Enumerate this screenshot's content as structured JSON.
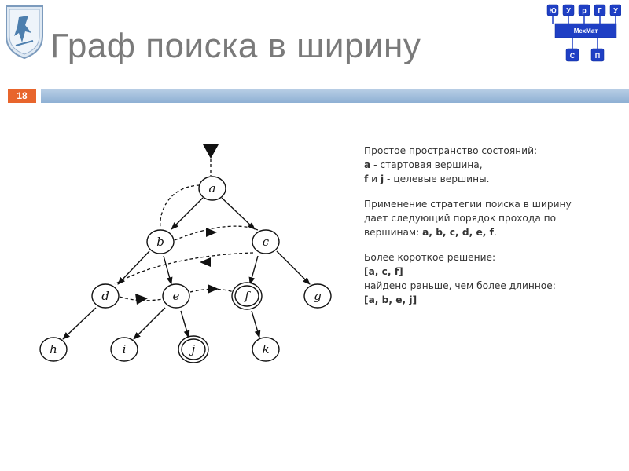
{
  "slide": {
    "title": "Граф поиска в ширину",
    "number": "18"
  },
  "logo_right": {
    "letters": [
      "Ю",
      "У",
      "р",
      "Г",
      "У"
    ],
    "faculty": "МехМат",
    "bottom": [
      "С",
      "П"
    ]
  },
  "graph": {
    "nodes": [
      "a",
      "b",
      "c",
      "d",
      "e",
      "f",
      "g",
      "h",
      "i",
      "j",
      "k"
    ],
    "goal_nodes": [
      "f",
      "j"
    ],
    "start_node": "a",
    "edges": [
      [
        "a",
        "b"
      ],
      [
        "a",
        "c"
      ],
      [
        "b",
        "d"
      ],
      [
        "b",
        "e"
      ],
      [
        "c",
        "f"
      ],
      [
        "c",
        "g"
      ],
      [
        "d",
        "h"
      ],
      [
        "e",
        "i"
      ],
      [
        "e",
        "j"
      ],
      [
        "f",
        "k"
      ]
    ],
    "search_order": [
      "a",
      "b",
      "c",
      "d",
      "e",
      "f"
    ]
  },
  "text": {
    "p1_line1": "Простое пространство состояний:",
    "p1_a_bold": "a",
    "p1_a_rest": " - стартовая вершина,",
    "p1_f_bold": "f",
    "p1_f_mid": " и ",
    "p1_j_bold": "j",
    "p1_j_rest": " - целевые вершины.",
    "p2_line1": "Применение стратегии поиска в ширину",
    "p2_line2": "дает следующий порядок прохода по",
    "p2_line3_pre": "вершинам: ",
    "p2_line3_bold": "a, b, c, d, e, f",
    "p2_line3_post": ".",
    "p3_line1": "Более короткое решение:",
    "p3_line2_bold": "[a, c, f]",
    "p3_line3": "найдено раньше, чем более длинное:",
    "p3_line4_bold": "[a, b, e, j]"
  }
}
